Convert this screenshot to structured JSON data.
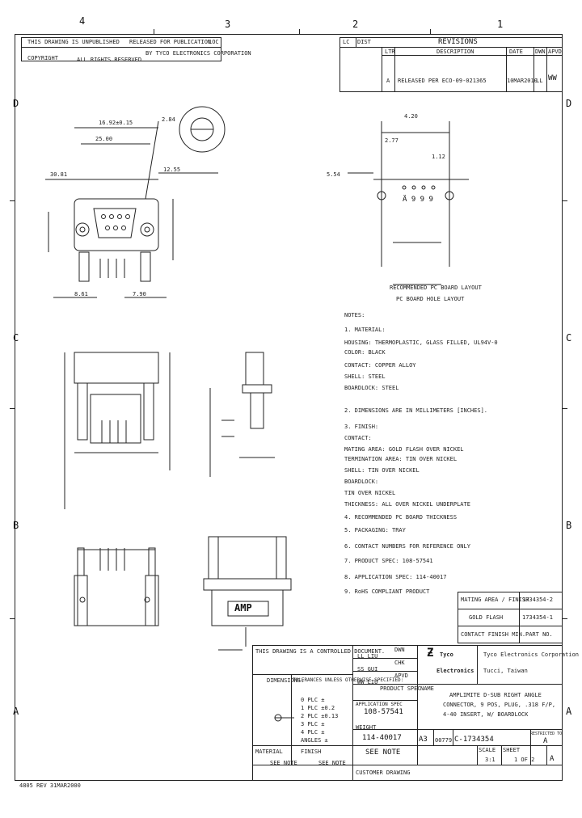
{
  "zones": {
    "top": [
      "4",
      "3",
      "2",
      "1"
    ],
    "side": [
      "D",
      "C",
      "B",
      "A"
    ]
  },
  "header": {
    "line1": "THIS DRAWING IS UNPUBLISHED",
    "line1b": "RELEASED FOR PUBLICATION",
    "line1c": "LOC",
    "line2": "COPYRIGHT",
    "line2b": "BY TYCO ELECTRONICS CORPORATION",
    "line2c": "ALL RIGHTS RESERVED"
  },
  "revisions": {
    "title": "REVISIONS",
    "dist": "DIST",
    "lc": "LC",
    "cols": [
      "LTR",
      "DESCRIPTION",
      "DATE",
      "DWN",
      "APVD"
    ],
    "rows": [
      {
        "ltr": "A",
        "desc": "RELEASED PER ECO-09-021365",
        "date": "10MAR2010",
        "dwn": "LL",
        "apvd": "WW"
      }
    ]
  },
  "notes": {
    "title": "NOTES:",
    "lines": [
      "1. MATERIAL:",
      "   HOUSING: THERMOPLASTIC, GLASS FILLED, UL94V-0",
      "   COLOR: BLACK",
      "   CONTACT: COPPER ALLOY",
      "   SHELL: STEEL",
      "   BOARDLOCK: STEEL",
      "2. DIMENSIONS ARE IN MILLIMETERS [INCHES].",
      "3. FINISH:",
      "   CONTACT:",
      "   MATING AREA: GOLD FLASH OVER NICKEL",
      "   TERMINATION AREA: TIN OVER NICKEL",
      "   SHELL: TIN OVER NICKEL",
      "   BOARDLOCK:",
      "   TIN OVER NICKEL",
      "   THICKNESS: ALL OVER NICKEL UNDERPLATE",
      "4. RECOMMENDED PC BOARD THICKNESS",
      "5. PACKAGING: TRAY",
      "6. CONTACT NUMBERS FOR REFERENCE ONLY",
      "7. PRODUCT SPEC: 108-57541",
      "8. APPLICATION SPEC: 114-40017",
      "9. RoHS COMPLIANT PRODUCT"
    ]
  },
  "table": {
    "rows": [
      {
        "finish": "MATING AREA / FINISH",
        "part": "1734354-2"
      },
      {
        "finish": "GOLD FLASH",
        "part": "1734354-1"
      },
      {
        "finish": "CONTACT FINISH MIN.",
        "part": "PART NO."
      }
    ]
  },
  "title_block": {
    "controlled": "THIS DRAWING IS A CONTROLLED DOCUMENT.",
    "dimensions": "DIMENSIONS:",
    "tolerances": "TOLERANCES UNLESS OTHERWISE SPECIFIED:",
    "tol_rows": [
      "0 PLC ±",
      "1 PLC ±0.2",
      "2 PLC ±0.13",
      "3 PLC ±",
      "4 PLC ±",
      "ANGLES ±"
    ],
    "material": "MATERIAL",
    "finish": "FINISH",
    "dwn_label": "DWN",
    "dwn": "LL LIU",
    "chk_label": "CHK",
    "chk": "SS GUI",
    "appvd_label": "APVD",
    "appvd": "WW LIU",
    "prod_spec_label": "PRODUCT SPEC",
    "prod_spec": "108-57541",
    "app_spec_label": "APPLICATION SPEC",
    "app_spec": "114-40017",
    "weight_label": "WEIGHT",
    "weight": "SEE NOTE",
    "company_1": "Tyco",
    "company_2": "Electronics",
    "company_name": "Tyco Electronics Corporation",
    "company_city": "Tucci, Taiwan",
    "name_label": "NAME",
    "name_lines": [
      "AMPLIMITE D-SUB RIGHT ANGLE",
      "CONNECTOR, 9 POS, PLUG, .318 F/P,",
      "4-40 INSERT, W/ BOARDLOCK"
    ],
    "size": "A3",
    "cage": "00779",
    "dwg_no": "C-1734354",
    "rev_label": "RESTRICTED TO",
    "rev": "A",
    "scale_label": "SCALE",
    "scale": "3:1",
    "sheet_label": "SHEET",
    "sheet": "1 OF 2",
    "customer": "CUSTOMER DRAWING",
    "see_note1": "SEE NOTE",
    "see_note2": "SEE NOTE",
    "letter_a": "A"
  },
  "views": {
    "amp_logo": "AMP",
    "pin_label": "Ä 9 9 9",
    "dim_labels": [
      "16.92±0.15",
      "25.00",
      "30.81",
      "2.84",
      "12.55",
      "8.61",
      "7.90",
      "4.20",
      "2.77",
      "5.54",
      "1.12"
    ],
    "pcb_layout": "RECOMMENDED PC BOARD LAYOUT",
    "pcb_layout_2": "PC BOARD HOLE LAYOUT",
    "footer_note": "4805 REV 31MAR2000"
  }
}
